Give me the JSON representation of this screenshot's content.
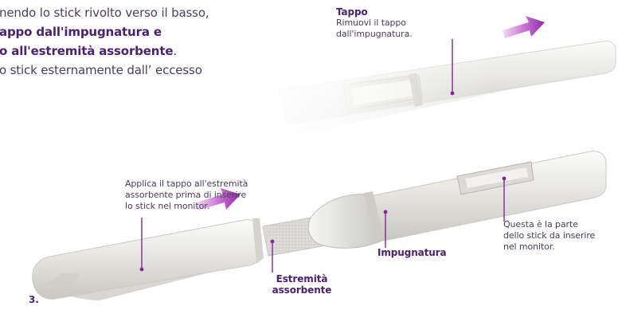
{
  "instructions": {
    "line_1": "nendo lo stick rivolto verso il basso,",
    "line_2": "appo dall'impugnatura e",
    "line_3": "o all'estremità assorbente",
    "line_3_suffix": ".",
    "line_4": "o stick esternamente dall’ eccesso"
  },
  "callouts": {
    "tappo_title": "Tappo",
    "tappo_line_1": "Rimuovi il tappo",
    "tappo_line_2": "dall'impugnatura.",
    "applica_line_1": "Applica il tappo all'estremità",
    "applica_line_2": "assorbente prima di inserire",
    "applica_line_3": "lo stick nel monitor.",
    "questa_line_1": "Questa è la parte",
    "questa_line_2": "dello stick da inserire",
    "questa_line_3": "nel monitor.",
    "impugnatura": "Impugnatura",
    "estremita_line_1": "Estremità",
    "estremita_line_2": "assorbente"
  },
  "step": {
    "number": "3."
  },
  "colors": {
    "accent_purple": "#7d2b92",
    "title_purple": "#4a2370",
    "body_text": "#4b3f57",
    "device_body": "#e5e4e0",
    "device_shadow": "#bdbab4"
  },
  "icons": {
    "top_arrow": "right-arrow-icon",
    "middle_arrow": "right-arrow-icon"
  }
}
